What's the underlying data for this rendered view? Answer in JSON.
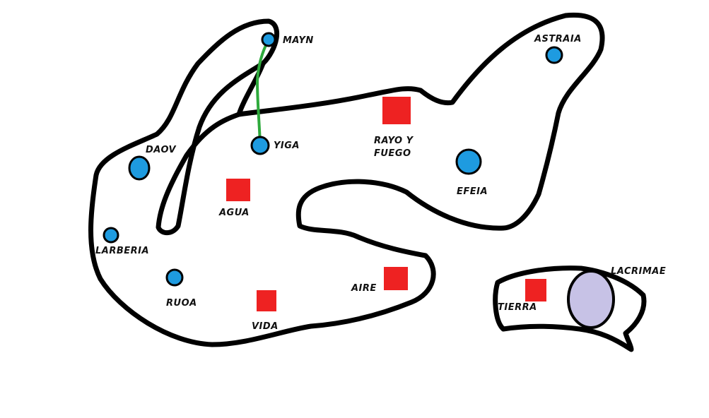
{
  "colors": {
    "background": "#ffffff",
    "coast": "#000000",
    "city": "#1e9be0",
    "temple": "#ee2222",
    "route": "#2eaa3c",
    "lake": "#c7c2e6"
  },
  "cities": [
    {
      "id": "mayn",
      "label": "MAYN"
    },
    {
      "id": "yiga",
      "label": "YIGA"
    },
    {
      "id": "daov",
      "label": "DAOV"
    },
    {
      "id": "larberia",
      "label": "LARBERIA"
    },
    {
      "id": "ruoa",
      "label": "RUOA"
    },
    {
      "id": "efeia",
      "label": "EFEIA"
    },
    {
      "id": "astraia",
      "label": "ASTRAIA"
    }
  ],
  "temples": [
    {
      "id": "agua",
      "label": "AGUA"
    },
    {
      "id": "rayo-y-fuego",
      "label_line1": "RAYO Y",
      "label_line2": "FUEGO"
    },
    {
      "id": "aire",
      "label": "AIRE"
    },
    {
      "id": "vida",
      "label": "VIDA"
    },
    {
      "id": "tierra",
      "label": "TIERRA"
    }
  ],
  "lake": {
    "label": "LACRIMAE"
  }
}
